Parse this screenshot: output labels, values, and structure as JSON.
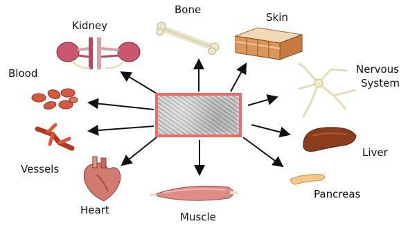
{
  "labels": {
    "kidney": "Kidney",
    "bone": "Bone",
    "skin": "Skin",
    "blood": "Blood",
    "nervous_line1": "Nervous",
    "nervous_line2": "System",
    "vessels": "Vessels",
    "liver": "Liver",
    "heart": "Heart",
    "muscle": "Muscle",
    "pancreas": "Pancreas"
  },
  "colors": {
    "center_border": "#ef6b6b",
    "arrow": "#111111"
  },
  "icons": [
    "kidney-icon",
    "bone-icon",
    "skin-icon",
    "blood-cells-icon",
    "nerve-cell-icon",
    "vessels-icon",
    "liver-icon",
    "heart-icon",
    "muscle-icon",
    "pancreas-icon"
  ]
}
